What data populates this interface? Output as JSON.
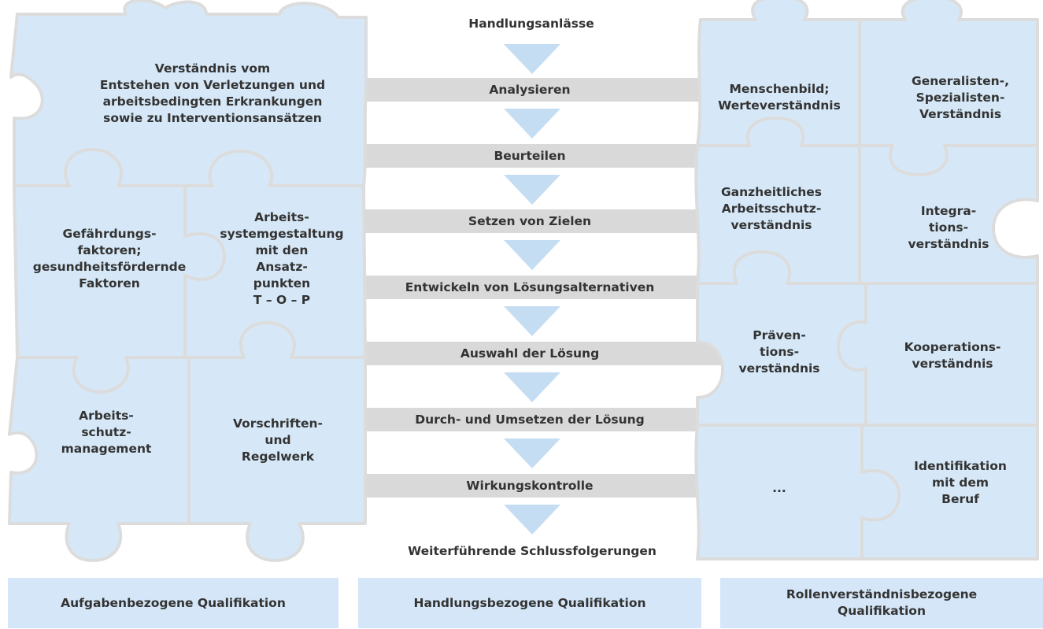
{
  "colors": {
    "piece_fill": "#d6e8f7",
    "piece_stroke": "#d9d9d9",
    "band": "#d9d9d9",
    "arrow": "#c5ddf3",
    "footer": "#d4e6f7",
    "text": "#333333"
  },
  "flow": {
    "start": "Handlungsanlässe",
    "steps": [
      "Analysieren",
      "Beurteilen",
      "Setzen von Zielen",
      "Entwickeln von Lösungsalternativen",
      "Auswahl der Lösung",
      "Durch- und Umsetzen der Lösung",
      "Wirkungskontrolle"
    ],
    "end": "Weiterführende Schlussfolgerungen"
  },
  "left_puzzle": {
    "top": "Verständnis vom\nEntstehen von Verletzungen und\narbeitsbedingten Erkrankungen\nsowie zu Interventionsansätzen",
    "mid_left": "Gefährdungs-\nfaktoren;\ngesundheitsfördernde\nFaktoren",
    "mid_right": "Arbeits-\nsystemgestaltung\nmit den\nAnsatz-\npunkten\nT – O – P",
    "bottom_left": "Arbeits-\nschutz-\nmanagement",
    "bottom_right": "Vorschriften-\nund\nRegelwerk"
  },
  "right_puzzle": {
    "r1_left": "Menschenbild;\nWerteverständnis",
    "r1_right": "Generalisten-,\nSpezialisten-\nVerständnis",
    "r2_left": "Ganzheitliches\nArbeitsschutz-\nverständnis",
    "r2_right": "Integra-\ntions-\nverständnis",
    "r3_left": "Präven-\ntions-\nverständnis",
    "r3_right": "Kooperations-\nverständnis",
    "r4_left": "...",
    "r4_right": "Identifikation\nmit dem\nBeruf"
  },
  "footer": {
    "left": "Aufgabenbezogene Qualifikation",
    "center": "Handlungsbezogene Qualifikation",
    "right": "Rollenverständnisbezogene\nQualifikation"
  }
}
